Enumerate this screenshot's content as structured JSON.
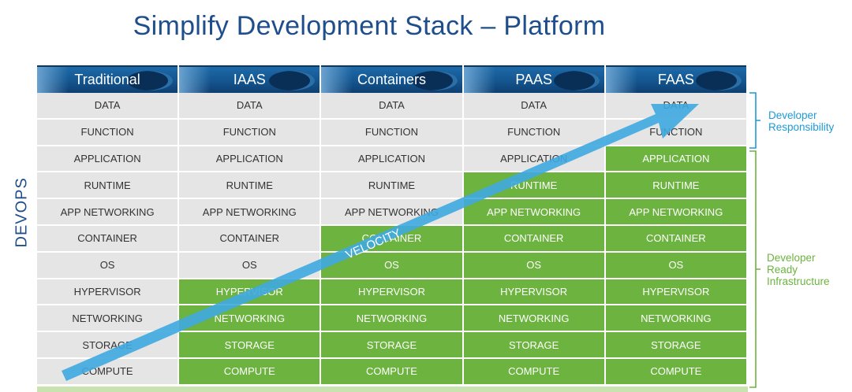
{
  "title": "Simplify Development Stack – Platform",
  "side_label": "DEVOPS",
  "arrow_label": "VELOCITY",
  "columns": [
    "Traditional",
    "IAAS",
    "Containers",
    "PAAS",
    "FAAS"
  ],
  "layers": [
    "DATA",
    "FUNCTION",
    "APPLICATION",
    "RUNTIME",
    "APP NETWORKING",
    "CONTAINER",
    "OS",
    "HYPERVISOR",
    "NETWORKING",
    "STORAGE",
    "COMPUTE"
  ],
  "managed_from_layer_index": [
    11,
    7,
    5,
    3,
    2
  ],
  "brackets": {
    "developer_responsibility": "Developer Responsibility",
    "developer_responsibility_lines": [
      "Developer",
      "Responsibility"
    ],
    "ready_infrastructure": "Developer Ready Infrastructure",
    "ready_infrastructure_lines": [
      "Developer",
      "Ready",
      "Infrastructure"
    ]
  },
  "colors": {
    "title": "#1f4e8c",
    "header": "#14558f",
    "developer_cell": "#e5e5e5",
    "managed_cell": "#6db33f",
    "arrow": "#3fa9e0",
    "bracket_blue": "#1e9ad6",
    "bracket_green": "#6db33f"
  }
}
